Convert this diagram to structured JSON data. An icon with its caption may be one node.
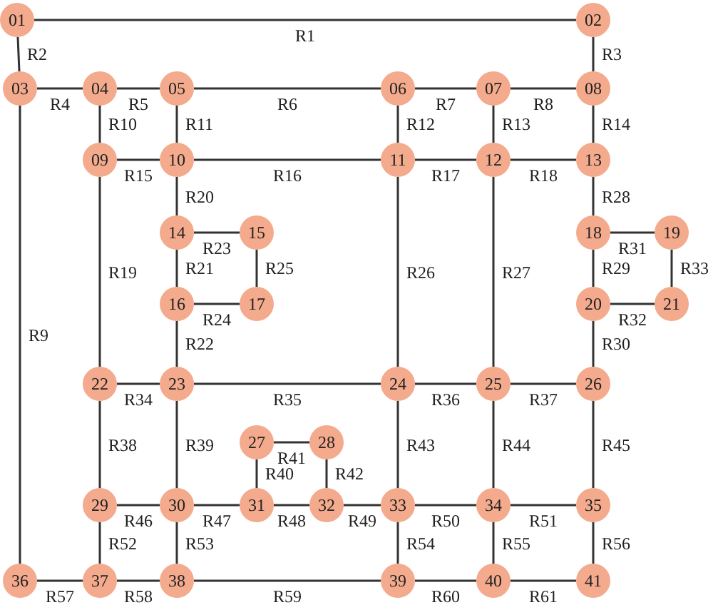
{
  "diagram": {
    "nodes": [
      {
        "text": [
          "01"
        ]
      },
      {
        "text": [
          "02"
        ]
      },
      {
        "text": [
          "03"
        ]
      },
      {
        "text": [
          "04"
        ]
      },
      {
        "text": [
          "05"
        ]
      },
      {
        "text": [
          "06"
        ]
      },
      {
        "text": [
          "07"
        ]
      },
      {
        "text": [
          "08"
        ]
      },
      {
        "text": [
          "09"
        ]
      },
      {
        "text": [
          "10"
        ]
      },
      {
        "text": [
          "11"
        ]
      },
      {
        "text": [
          "12"
        ]
      },
      {
        "text": [
          "13"
        ]
      },
      {
        "text": [
          "14"
        ]
      },
      {
        "text": [
          "15"
        ]
      },
      {
        "text": [
          "16"
        ]
      },
      {
        "text": [
          "17"
        ]
      },
      {
        "text": [
          "18"
        ]
      },
      {
        "text": [
          "19"
        ]
      },
      {
        "text": [
          "20"
        ]
      },
      {
        "text": [
          "21"
        ]
      },
      {
        "text": [
          "22"
        ]
      },
      {
        "text": [
          "23"
        ]
      },
      {
        "text": [
          "24"
        ]
      },
      {
        "text": [
          "25"
        ]
      },
      {
        "text": [
          "26"
        ]
      },
      {
        "text": [
          "27"
        ]
      },
      {
        "text": [
          "28"
        ]
      },
      {
        "text": [
          "29"
        ]
      },
      {
        "text": [
          "30"
        ]
      },
      {
        "text": [
          "31"
        ]
      },
      {
        "text": [
          "32"
        ]
      },
      {
        "text": [
          "33"
        ]
      },
      {
        "text": [
          "34"
        ]
      },
      {
        "text": [
          "35"
        ]
      },
      {
        "text": [
          "36"
        ]
      },
      {
        "text": [
          "37"
        ]
      },
      {
        "text": [
          "38"
        ]
      },
      {
        "text": [
          "39"
        ]
      },
      {
        "text": [
          "40"
        ]
      },
      {
        "text": [
          "41"
        ]
      }
    ],
    "edges": [
      {
        "from": 0,
        "to": 1,
        "arrow": "none",
        "label": "R1"
      },
      {
        "from": 0,
        "to": 2,
        "arrow": "none",
        "label": "R2"
      },
      {
        "from": 1,
        "to": 7,
        "arrow": "none",
        "label": "R3"
      },
      {
        "from": 2,
        "to": 3,
        "arrow": "none",
        "label": "R4"
      },
      {
        "from": 3,
        "to": 4,
        "arrow": "none",
        "label": "R5"
      },
      {
        "from": 4,
        "to": 5,
        "arrow": "none",
        "label": "R6"
      },
      {
        "from": 5,
        "to": 6,
        "arrow": "none",
        "label": "R7"
      },
      {
        "from": 6,
        "to": 7,
        "arrow": "none",
        "label": "R8"
      },
      {
        "from": 2,
        "to": 35,
        "arrow": "none",
        "label": "R9"
      },
      {
        "from": 3,
        "to": 8,
        "arrow": "none",
        "label": "R10"
      },
      {
        "from": 4,
        "to": 9,
        "arrow": "none",
        "label": "R11"
      },
      {
        "from": 5,
        "to": 10,
        "arrow": "none",
        "label": "R12"
      },
      {
        "from": 6,
        "to": 11,
        "arrow": "none",
        "label": "R13"
      },
      {
        "from": 7,
        "to": 12,
        "arrow": "none",
        "label": "R14"
      },
      {
        "from": 8,
        "to": 9,
        "arrow": "none",
        "label": "R15"
      },
      {
        "from": 9,
        "to": 10,
        "arrow": "none",
        "label": "R16"
      },
      {
        "from": 10,
        "to": 11,
        "arrow": "none",
        "label": "R17"
      },
      {
        "from": 11,
        "to": 12,
        "arrow": "none",
        "label": "R18"
      },
      {
        "from": 8,
        "to": 21,
        "arrow": "none",
        "label": "R19"
      },
      {
        "from": 9,
        "to": 13,
        "arrow": "none",
        "label": "R20"
      },
      {
        "from": 13,
        "to": 15,
        "arrow": "none",
        "label": "R21"
      },
      {
        "from": 15,
        "to": 22,
        "arrow": "none",
        "label": "R22"
      },
      {
        "from": 13,
        "to": 14,
        "arrow": "none",
        "label": "R23"
      },
      {
        "from": 15,
        "to": 16,
        "arrow": "none",
        "label": "R24"
      },
      {
        "from": 14,
        "to": 16,
        "arrow": "none",
        "label": "R25"
      },
      {
        "from": 10,
        "to": 23,
        "arrow": "none",
        "label": "R26"
      },
      {
        "from": 11,
        "to": 24,
        "arrow": "none",
        "label": "R27"
      },
      {
        "from": 12,
        "to": 17,
        "arrow": "none",
        "label": "R28"
      },
      {
        "from": 17,
        "to": 19,
        "arrow": "none",
        "label": "R29"
      },
      {
        "from": 19,
        "to": 25,
        "arrow": "none",
        "label": "R30"
      },
      {
        "from": 17,
        "to": 18,
        "arrow": "none",
        "label": "R31"
      },
      {
        "from": 19,
        "to": 20,
        "arrow": "none",
        "label": "R32"
      },
      {
        "from": 18,
        "to": 20,
        "arrow": "none",
        "label": "R33"
      },
      {
        "from": 21,
        "to": 22,
        "arrow": "none",
        "label": "R34"
      },
      {
        "from": 22,
        "to": 23,
        "arrow": "none",
        "label": "R35"
      },
      {
        "from": 23,
        "to": 24,
        "arrow": "none",
        "label": "R36"
      },
      {
        "from": 24,
        "to": 25,
        "arrow": "none",
        "label": "R37"
      },
      {
        "from": 21,
        "to": 28,
        "arrow": "none",
        "label": "R38"
      },
      {
        "from": 22,
        "to": 29,
        "arrow": "none",
        "label": "R39"
      },
      {
        "from": 26,
        "to": 30,
        "arrow": "none",
        "label": "R40"
      },
      {
        "from": 26,
        "to": 27,
        "arrow": "none",
        "label": "R41"
      },
      {
        "from": 27,
        "to": 31,
        "arrow": "none",
        "label": "R42"
      },
      {
        "from": 23,
        "to": 32,
        "arrow": "none",
        "label": "R43"
      },
      {
        "from": 24,
        "to": 33,
        "arrow": "none",
        "label": "R44"
      },
      {
        "from": 25,
        "to": 34,
        "arrow": "none",
        "label": "R45"
      },
      {
        "from": 28,
        "to": 29,
        "arrow": "none",
        "label": "R46"
      },
      {
        "from": 29,
        "to": 30,
        "arrow": "none",
        "label": "R47"
      },
      {
        "from": 30,
        "to": 31,
        "arrow": "none",
        "label": "R48"
      },
      {
        "from": 31,
        "to": 32,
        "arrow": "none",
        "label": "R49"
      },
      {
        "from": 32,
        "to": 33,
        "arrow": "none",
        "label": "R50"
      },
      {
        "from": 33,
        "to": 34,
        "arrow": "none",
        "label": "R51"
      },
      {
        "from": 28,
        "to": 36,
        "arrow": "none",
        "label": "R52"
      },
      {
        "from": 29,
        "to": 37,
        "arrow": "none",
        "label": "R53"
      },
      {
        "from": 32,
        "to": 38,
        "arrow": "none",
        "label": "R54"
      },
      {
        "from": 33,
        "to": 39,
        "arrow": "none",
        "label": "R55"
      },
      {
        "from": 34,
        "to": 40,
        "arrow": "none",
        "label": "R56"
      },
      {
        "from": 35,
        "to": 36,
        "arrow": "none",
        "label": "R57"
      },
      {
        "from": 36,
        "to": 37,
        "arrow": "none",
        "label": "R58"
      },
      {
        "from": 37,
        "to": 38,
        "arrow": "none",
        "label": "R59"
      },
      {
        "from": 38,
        "to": 39,
        "arrow": "none",
        "label": "R60"
      },
      {
        "from": 39,
        "to": 40,
        "arrow": "none",
        "label": "R61"
      }
    ]
  }
}
